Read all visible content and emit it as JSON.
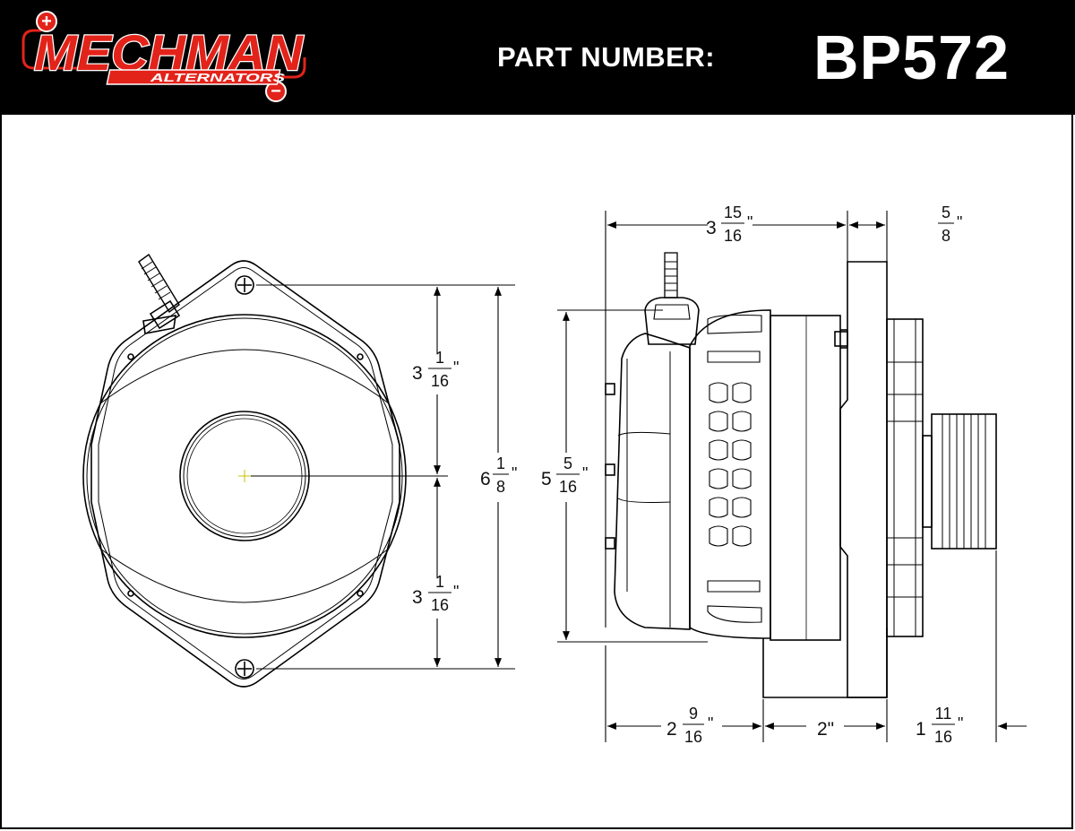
{
  "header": {
    "brand": "MECHMAN",
    "brand_sub": "ALTERNATORS",
    "part_number_label": "PART NUMBER:",
    "part_number": "BP572",
    "brand_color": "#e2231a",
    "plus_symbol": "+",
    "minus_symbol": "−"
  },
  "dimensions": {
    "front_upper": {
      "whole": "3",
      "num": "1",
      "den": "16",
      "unit": "\""
    },
    "front_lower": {
      "whole": "3",
      "num": "1",
      "den": "16",
      "unit": "\""
    },
    "front_total": {
      "whole": "6",
      "num": "1",
      "den": "8",
      "unit": "\""
    },
    "side_height": {
      "whole": "5",
      "num": "5",
      "den": "16",
      "unit": "\""
    },
    "side_top_width": {
      "whole": "3",
      "num": "15",
      "den": "16",
      "unit": "\""
    },
    "side_flange": {
      "whole": "",
      "num": "5",
      "den": "8",
      "unit": "\""
    },
    "side_bottom_left": {
      "whole": "2",
      "num": "9",
      "den": "16",
      "unit": "\""
    },
    "side_bottom_mid": {
      "text": "2\""
    },
    "side_pulley": {
      "whole": "1",
      "num": "11",
      "den": "16",
      "unit": "\""
    }
  }
}
